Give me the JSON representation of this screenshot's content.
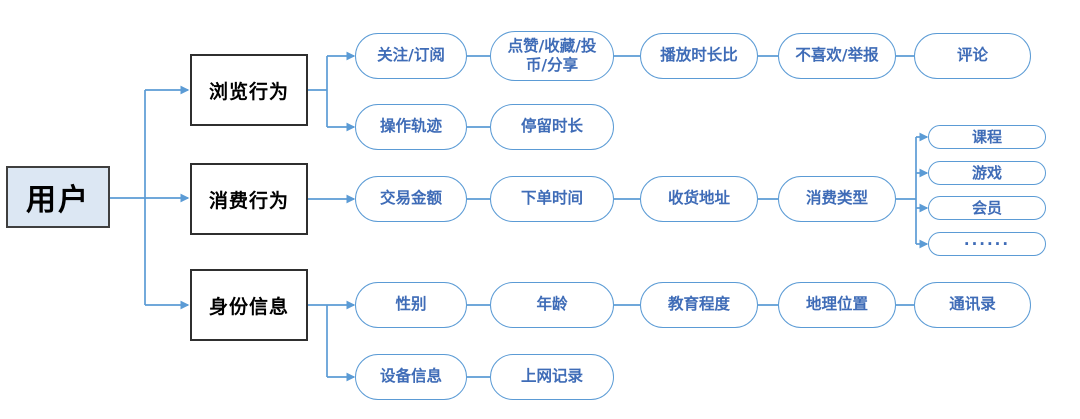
{
  "colors": {
    "accent_line": "#5b9bd5",
    "node_text": "#3f6cb7",
    "root_fill": "#dce7f3",
    "box_border": "#2f2f2f"
  },
  "root": {
    "label": "用户"
  },
  "categories": [
    {
      "label": "浏览行为"
    },
    {
      "label": "消费行为"
    },
    {
      "label": "身份信息"
    }
  ],
  "browse_chain1": [
    "关注/订阅",
    "点赞/收藏/投币/分享",
    "播放时长比",
    "不喜欢/举报",
    "评论"
  ],
  "browse_chain2": [
    "操作轨迹",
    "停留时长"
  ],
  "consume_chain": [
    "交易金额",
    "下单时间",
    "收货地址",
    "消费类型"
  ],
  "consume_types": [
    "课程",
    "游戏",
    "会员",
    "······"
  ],
  "identity_chain1": [
    "性别",
    "年龄",
    "教育程度",
    "地理位置",
    "通讯录"
  ],
  "identity_chain2": [
    "设备信息",
    "上网记录"
  ]
}
